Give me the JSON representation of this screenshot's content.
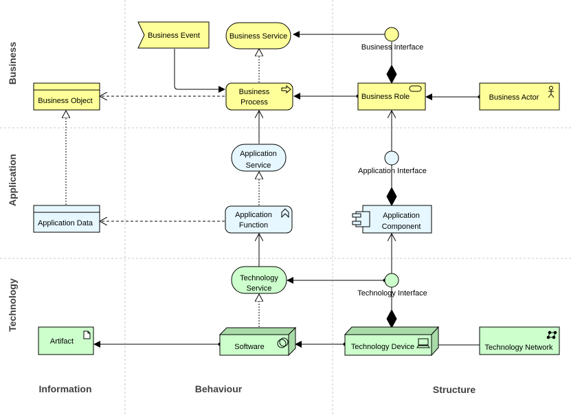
{
  "layers": {
    "business": "Business",
    "application": "Application",
    "technology": "Technology"
  },
  "columns": {
    "information": "Information",
    "behaviour": "Behaviour",
    "structure": "Structure"
  },
  "business": {
    "event": "Business Event",
    "service": "Business Service",
    "interface": "Business Interface",
    "object": "Business Object",
    "process_line1": "Business",
    "process_line2": "Process",
    "role": "Business Role",
    "actor": "Business Actor"
  },
  "application": {
    "service_line1": "Application",
    "service_line2": "Service",
    "interface": "Application Interface",
    "data": "Application Data",
    "function_line1": "Application",
    "function_line2": "Function",
    "component_line1": "Application",
    "component_line2": "Component"
  },
  "technology": {
    "service_line1": "Technology",
    "service_line2": "Service",
    "interface": "Technology Interface",
    "artifact": "Artifact",
    "software": "Software",
    "device": "Technology Device",
    "network": "Technology Network"
  },
  "colors": {
    "business": "#ffff99",
    "application": "#e6f7ff",
    "technology": "#ccffcc"
  }
}
